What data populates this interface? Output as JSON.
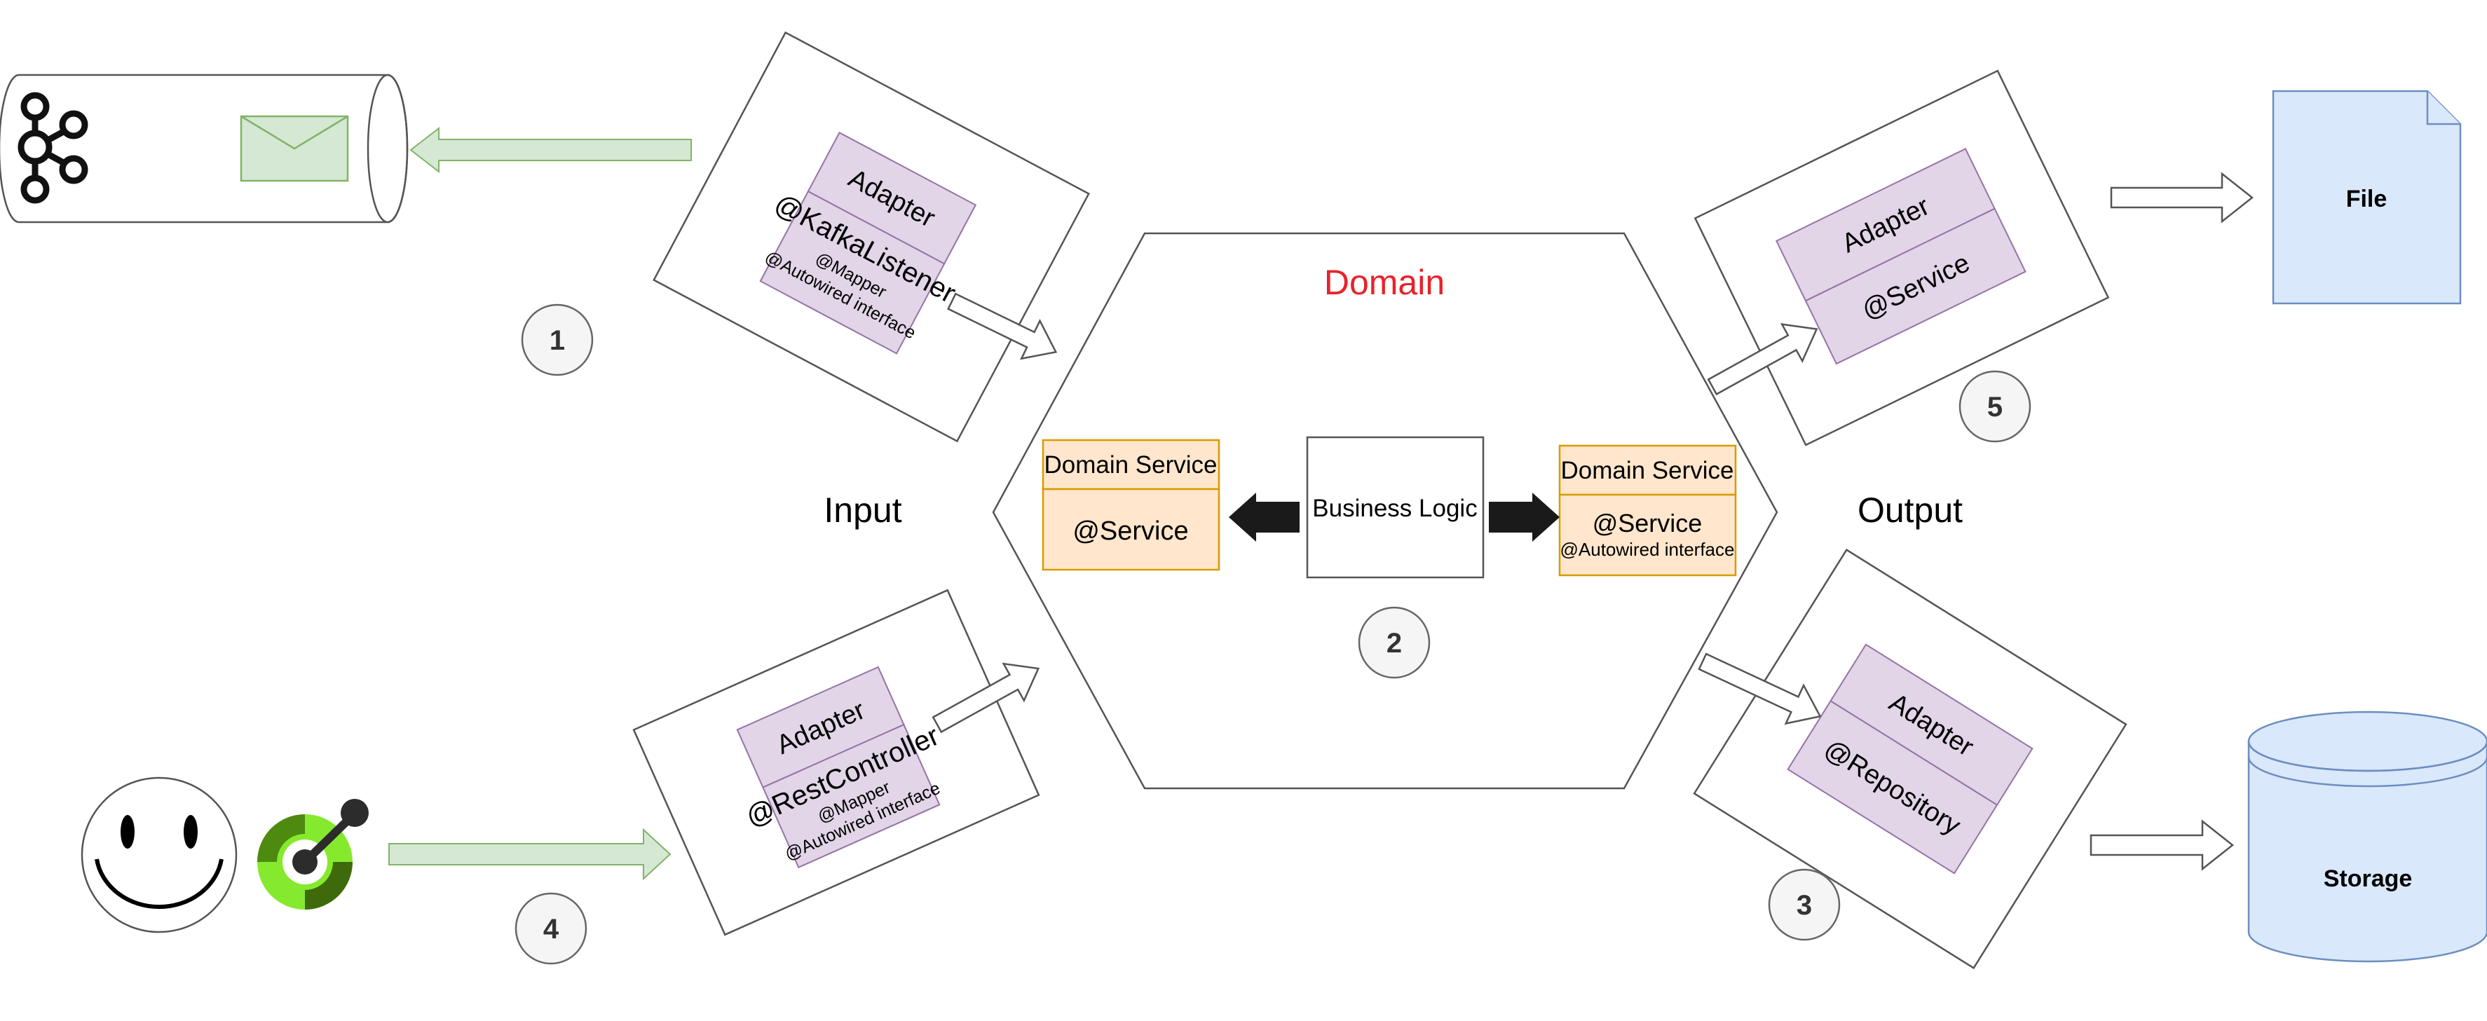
{
  "domain_label": "Domain",
  "input_label": "Input",
  "output_label": "Output",
  "business_logic": "Business Logic",
  "domain_service_left": {
    "title": "Domain Service",
    "annotation": "@Service"
  },
  "domain_service_right": {
    "title": "Domain Service",
    "annotation": "@Service",
    "sub": "@Autowired interface"
  },
  "adapter_kafka": {
    "title": "Adapter",
    "annotation": "@KafkaListener",
    "sub1": "@Mapper",
    "sub2": "@Autowired interface"
  },
  "adapter_rest": {
    "title": "Adapter",
    "annotation": "@RestController",
    "sub1": "@Mapper",
    "sub2": "@Autowired interface"
  },
  "adapter_file": {
    "title": "Adapter",
    "annotation": "@Service"
  },
  "adapter_repo": {
    "title": "Adapter",
    "annotation": "@Repository"
  },
  "file_label": "File",
  "storage_label": "Storage",
  "steps": [
    "1",
    "2",
    "3",
    "4",
    "5"
  ],
  "colors": {
    "domain_text": "#e8232b",
    "adapter_fill": "#e1d5e7",
    "adapter_stroke": "#9673a6",
    "service_fill": "#ffe6cc",
    "service_stroke": "#d79b00",
    "target_fill": "#dae8fc",
    "target_stroke": "#6c8ebf",
    "message_fill": "#d5e8d4",
    "message_stroke": "#82b366"
  },
  "icons": [
    "kafka-icon",
    "envelope-icon",
    "smiley-icon",
    "openapi-icon"
  ]
}
